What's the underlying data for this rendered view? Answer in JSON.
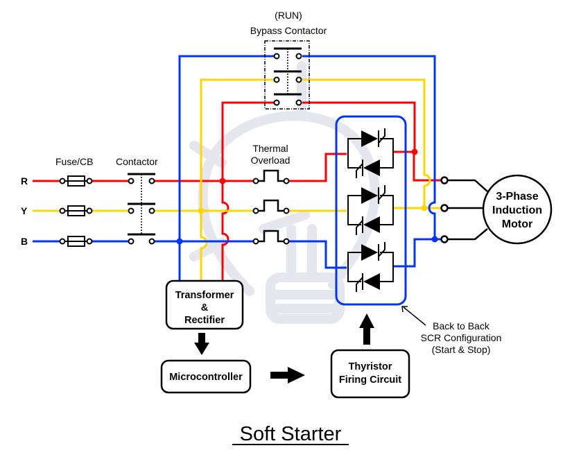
{
  "title": "Soft Starter",
  "colors": {
    "phase_r": "#ff0000",
    "phase_y": "#ffd700",
    "phase_b": "#0033ff",
    "scr_box": "#0033ff",
    "watermark": "#e6e6ee",
    "ink": "#000000"
  },
  "phases": [
    {
      "label": "R",
      "color_key": "phase_r"
    },
    {
      "label": "Y",
      "color_key": "phase_y"
    },
    {
      "label": "B",
      "color_key": "phase_b"
    }
  ],
  "labels": {
    "fuse": "Fuse/CB",
    "contactor": "Contactor",
    "bypass_line1": "(RUN)",
    "bypass_line2": "Bypass Contactor",
    "thermal_line1": "Thermal",
    "thermal_line2": "Overload",
    "motor_line1": "3-Phase",
    "motor_line2": "Induction",
    "motor_line3": "Motor",
    "transformer_line1": "Transformer",
    "transformer_line2": "&",
    "transformer_line3": "Rectifier",
    "microcontroller": "Microcontroller",
    "firing_line1": "Thyristor",
    "firing_line2": "Firing Circuit",
    "scr_note_line1": "Back to Back",
    "scr_note_line2": "SCR Configuration",
    "scr_note_line3": "(Start & Stop)"
  }
}
